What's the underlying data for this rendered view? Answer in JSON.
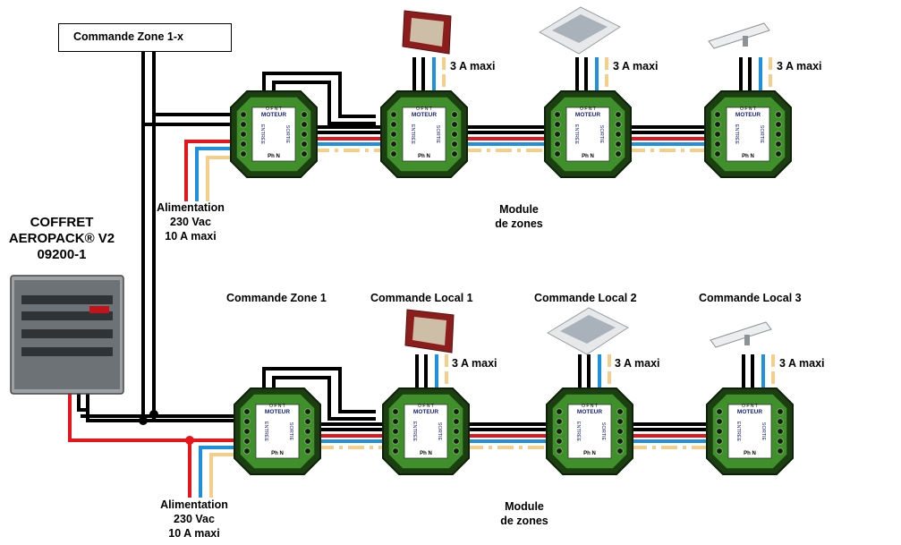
{
  "command_box": "Commande Zone 1-x",
  "title": [
    "COFFRET",
    "AEROPACK® V2",
    "09200-1"
  ],
  "power_top": [
    "Alimentation",
    "230 Vac",
    "10 A maxi"
  ],
  "power_bottom": [
    "Alimentation",
    "230 Vac",
    "10 A maxi"
  ],
  "module_top": [
    "Module",
    "de zones"
  ],
  "module_bottom": [
    "Module",
    "de zones"
  ],
  "load_labels_top": [
    "3 A maxi",
    "3 A maxi",
    "3 A maxi"
  ],
  "load_labels_bottom": [
    "3 A maxi",
    "3 A maxi",
    "3 A maxi"
  ],
  "bottom_headings": [
    "Commande Zone 1",
    "Commande Local 1",
    "Commande Local 2",
    "Commande Local 3"
  ],
  "module_text": {
    "motor": "MOTEUR",
    "in": "ENTRÉE",
    "out": "SORTIE",
    "power": "Ph  N",
    "terminals": "O F N T"
  },
  "colors": {
    "black_wire": "#000000",
    "red_wire": "#e8141c",
    "blue_wire": "#1e90e0",
    "beige_wire": "#f5cf8a",
    "module_green": "#3f8f2a",
    "module_dark": "#1c3f12",
    "cabinet": "#8a8d90"
  },
  "devices": {
    "top": [
      "window-actuator",
      "roof-hatch",
      "linear-actuator"
    ],
    "bottom": [
      "window-actuator",
      "roof-hatch",
      "linear-actuator"
    ]
  }
}
